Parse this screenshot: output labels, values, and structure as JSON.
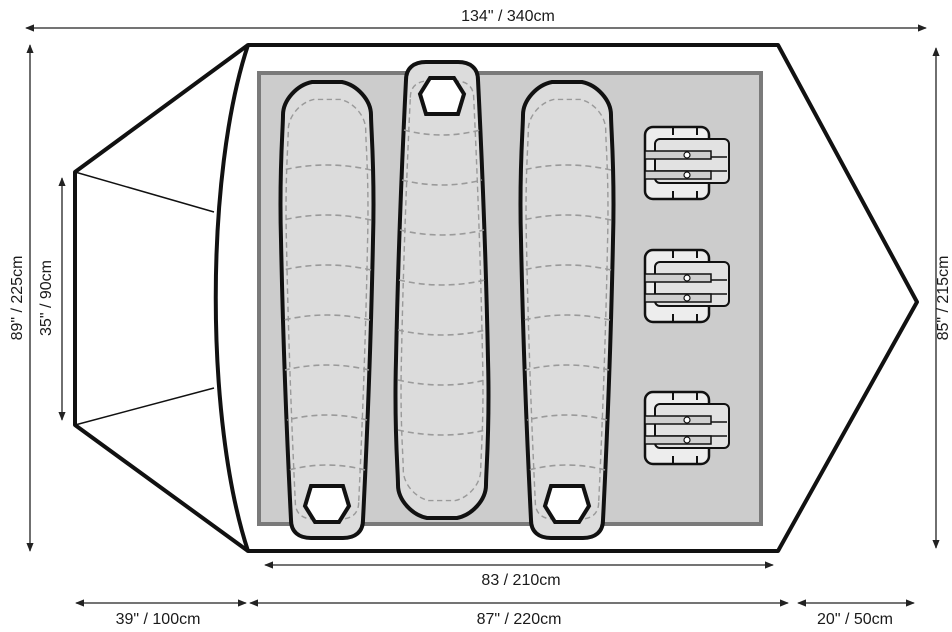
{
  "dimensions": {
    "top_length": "134\" / 340cm",
    "left_height": "89\" / 225cm",
    "left_inner_height": "35\" / 90cm",
    "right_height": "85\" / 215cm",
    "inner_length": "83 / 210cm",
    "bottom_left": "39\" / 100cm",
    "bottom_middle": "87\" / 220cm",
    "bottom_right": "20\" / 50cm"
  },
  "colors": {
    "outline": "#111111",
    "floor": "#cccccc",
    "floor_border": "#7a7a7a",
    "sleeping_bag": "#dcdcdc",
    "stitch": "#9a9a9a",
    "dimension_line": "#222222"
  }
}
